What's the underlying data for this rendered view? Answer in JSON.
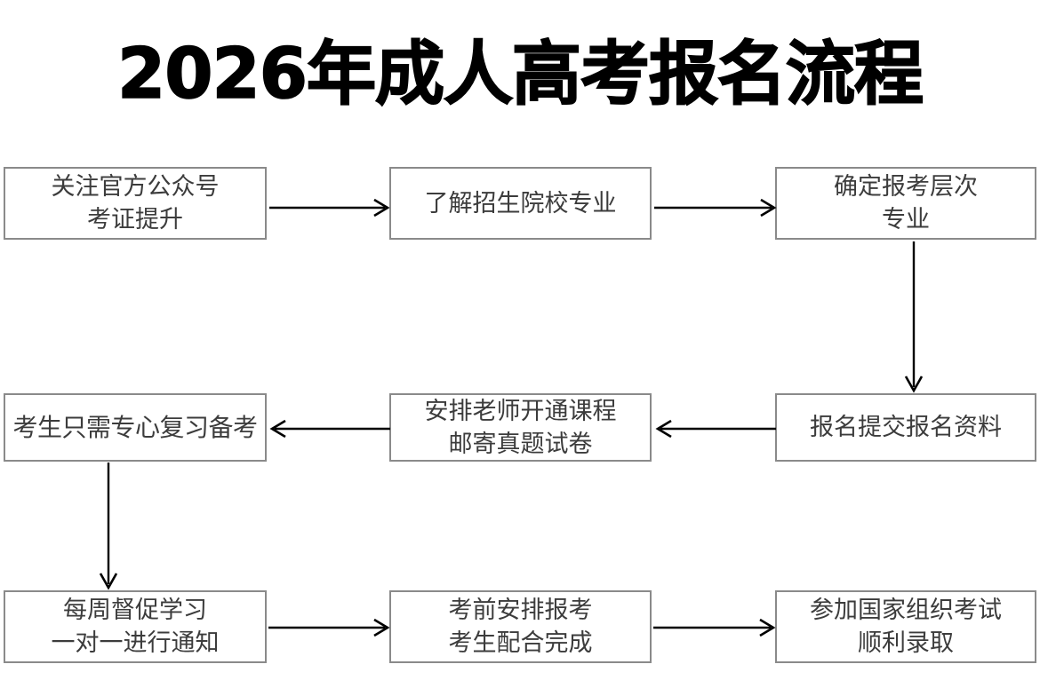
{
  "page": {
    "title": "2026年成人高考报名流程",
    "background_color": "#ffffff",
    "box_border_color": "#8a8a8a",
    "box_fill_color": "#ffffff",
    "text_color": "#3c3c3c",
    "arrow_color": "#000000"
  },
  "nodes": [
    {
      "id": "n1",
      "lines": [
        "关注官方公众号",
        "考证提升"
      ]
    },
    {
      "id": "n2",
      "lines": [
        "了解招生院校专业"
      ]
    },
    {
      "id": "n3",
      "lines": [
        "确定报考层次",
        "专业"
      ]
    },
    {
      "id": "n4",
      "lines": [
        "考生只需专心复习备考"
      ]
    },
    {
      "id": "n5",
      "lines": [
        "安排老师开通课程",
        "邮寄真题试卷"
      ]
    },
    {
      "id": "n6",
      "lines": [
        "报名提交报名资料"
      ]
    },
    {
      "id": "n7",
      "lines": [
        "每周督促学习",
        "一对一进行通知"
      ]
    },
    {
      "id": "n8",
      "lines": [
        "考前安排报考",
        "考生配合完成"
      ]
    },
    {
      "id": "n9",
      "lines": [
        "参加国家组织考试",
        "顺利录取"
      ]
    }
  ],
  "connectors": [
    {
      "id": "a1",
      "from": "n1",
      "to": "n2",
      "direction": "right"
    },
    {
      "id": "a2",
      "from": "n2",
      "to": "n3",
      "direction": "right"
    },
    {
      "id": "a3",
      "from": "n3",
      "to": "n6",
      "direction": "down"
    },
    {
      "id": "a4",
      "from": "n6",
      "to": "n5",
      "direction": "left"
    },
    {
      "id": "a5",
      "from": "n5",
      "to": "n4",
      "direction": "left"
    },
    {
      "id": "a6",
      "from": "n4",
      "to": "n7",
      "direction": "down"
    },
    {
      "id": "a7",
      "from": "n7",
      "to": "n8",
      "direction": "right"
    },
    {
      "id": "a8",
      "from": "n8",
      "to": "n9",
      "direction": "right"
    }
  ]
}
